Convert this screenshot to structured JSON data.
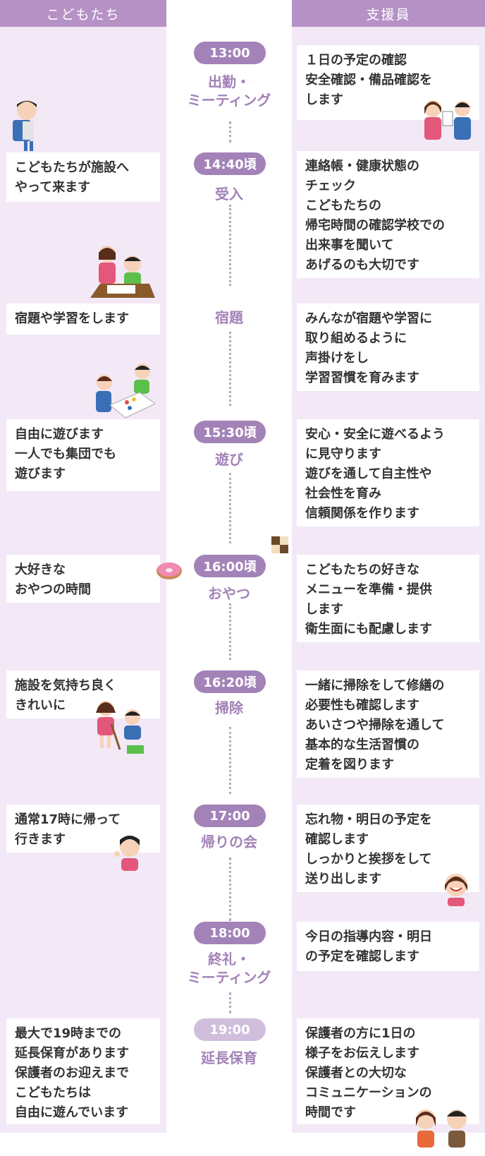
{
  "header": {
    "left": "こどもたち",
    "right": "支援員"
  },
  "schedule": [
    {
      "time": "13:00",
      "label": "出勤・\nミーティング",
      "kids": "",
      "staff": "１日の予定の確認\n安全確認・備品確認を\nします"
    },
    {
      "time": "14:40頃",
      "label": "受入",
      "kids": "こどもたちが施設へ\nやって来ます",
      "staff": "連絡帳・健康状態の\nチェック\nこどもたちの\n帰宅時間の確認学校での\n出来事を聞いて\nあげるのも大切です"
    },
    {
      "time": "",
      "label": "宿題",
      "kids": "宿題や学習をします",
      "staff": "みんなが宿題や学習に\n取り組めるように\n声掛けをし\n学習習慣を育みます"
    },
    {
      "time": "15:30頃",
      "label": "遊び",
      "kids": "自由に遊びます\n一人でも集団でも\n遊びます",
      "staff": "安心・安全に遊べるよう\nに見守ります\n遊びを通して自主性や\n社会性を育み\n信頼関係を作ります"
    },
    {
      "time": "16:00頃",
      "label": "おやつ",
      "kids": "大好きな\nおやつの時間",
      "staff": "こどもたちの好きな\nメニューを準備・提供\nします\n衛生面にも配慮します"
    },
    {
      "time": "16:20頃",
      "label": "掃除",
      "kids": "施設を気持ち良く\nきれいに",
      "staff": "一緒に掃除をして修繕の\n必要性も確認します\nあいさつや掃除を通して\n基本的な生活習慣の\n定着を図ります"
    },
    {
      "time": "17:00",
      "label": "帰りの会",
      "kids": "通常17時に帰って\n行きます",
      "staff": "忘れ物・明日の予定を\n確認します\nしっかりと挨拶をして\n送り出します"
    },
    {
      "time": "18:00",
      "label": "終礼・\nミーティング",
      "kids": "",
      "staff": "今日の指導内容・明日\nの予定を確認します"
    },
    {
      "time": "19:00",
      "label": "延長保育",
      "kids": "最大で19時までの\n延長保育があります\n保護者のお迎えまで\nこどもたちは\n自由に遊んでいます",
      "staff": "保護者の方に1日の\n様子をお伝えします\n保護者との大切な\nコミュニケーションの\n時間です"
    }
  ],
  "colors": {
    "accent": "#a382b8",
    "accent_light": "#d0bedc",
    "column_bg": "#f2e8f6",
    "header_bg": "#b591c6"
  }
}
